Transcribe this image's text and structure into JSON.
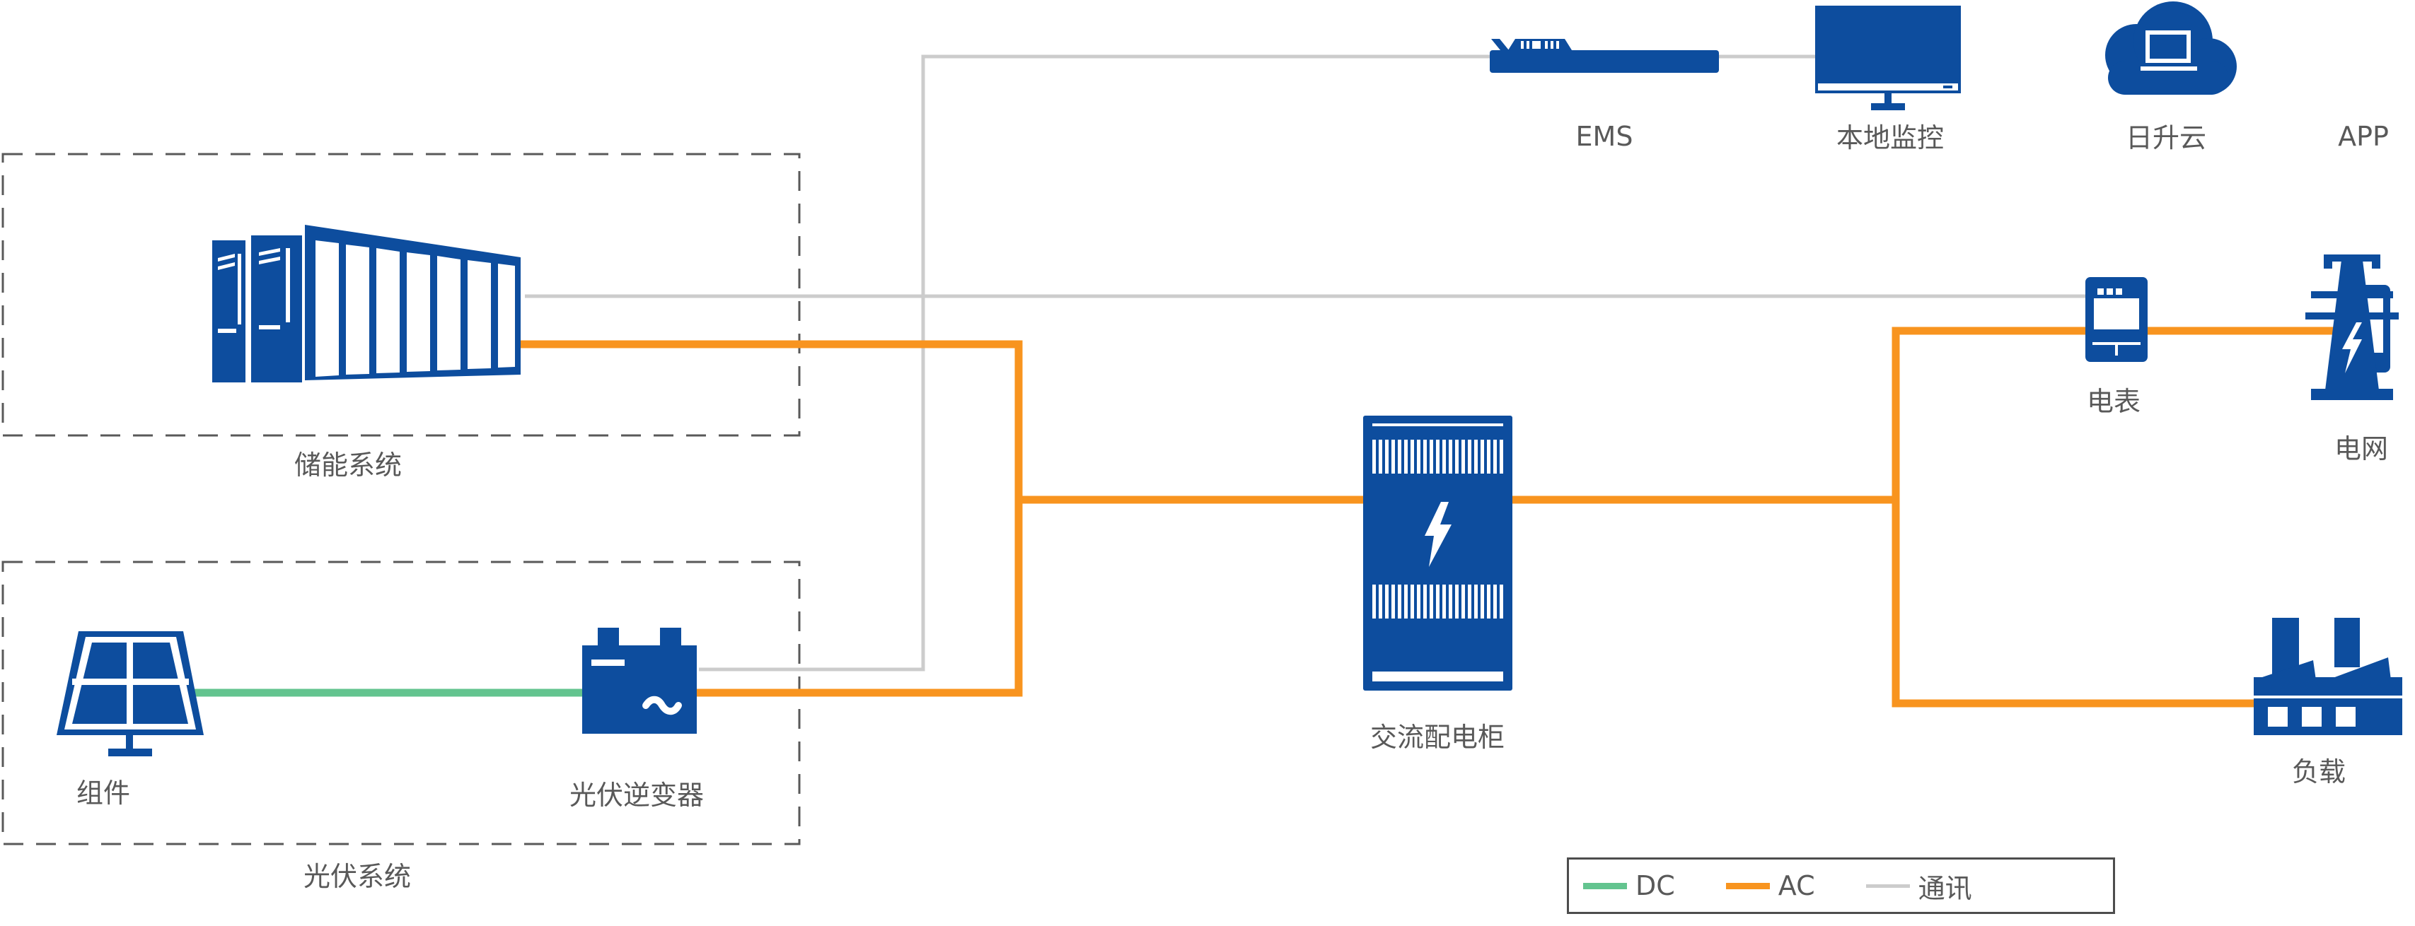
{
  "colors": {
    "blue": "#0d4d9e",
    "orange": "#F8941F",
    "green": "#63C48F",
    "comm_gray": "#CCCCCC",
    "text_gray": "#595959"
  },
  "nodes": {
    "storage_system": {
      "label": "储能系统"
    },
    "pv_module": {
      "label": "组件"
    },
    "pv_inverter": {
      "label": "光伏逆变器"
    },
    "pv_system": {
      "label": "光伏系统"
    },
    "ac_cabinet": {
      "label": "交流配电柜"
    },
    "ems": {
      "label": "EMS"
    },
    "local_monitor": {
      "label": "本地监控"
    },
    "cloud": {
      "label": "日升云"
    },
    "app": {
      "label": "APP"
    },
    "meter": {
      "label": "电表"
    },
    "grid": {
      "label": "电网"
    },
    "load": {
      "label": "负载"
    }
  },
  "legend": {
    "dc": {
      "label": "DC",
      "color": "#63C48F"
    },
    "ac": {
      "label": "AC",
      "color": "#F8941F"
    },
    "comm": {
      "label": "通讯",
      "color": "#CCCCCC"
    }
  }
}
